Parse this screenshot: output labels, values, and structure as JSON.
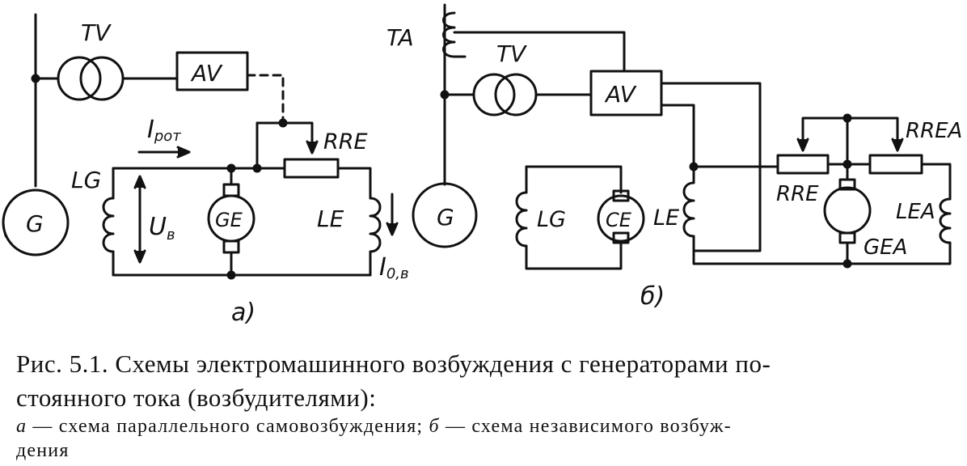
{
  "diagram_a": {
    "tv": "TV",
    "av": "AV",
    "i_rot_base": "I",
    "i_rot_sub": "рот",
    "rre": "RRE",
    "lg": "LG",
    "u_base": "U",
    "u_sub": "в",
    "ge": "GE",
    "le": "LE",
    "i0_base": "I",
    "i0_sub": "0,в",
    "g": "G",
    "panel": "а)"
  },
  "diagram_b": {
    "ta": "TA",
    "tv": "TV",
    "av": "AV",
    "rrea": "RREA",
    "rre": "RRE",
    "g": "G",
    "lg": "LG",
    "ce": "CE",
    "le": "LE",
    "lea": "LEA",
    "gea": "GEA",
    "panel": "б)"
  },
  "caption": {
    "line1": "Рис. 5.1. Схемы электромашинного возбуждения с генераторами по-",
    "line2": "стоянного тока (возбудителями):",
    "legend_a_key": "а",
    "legend_a_text": " — схема параллельного самовозбуждения; ",
    "legend_b_key": "б",
    "legend_b_text": " — схема независимого возбуж-",
    "legend_line2": "дения"
  }
}
